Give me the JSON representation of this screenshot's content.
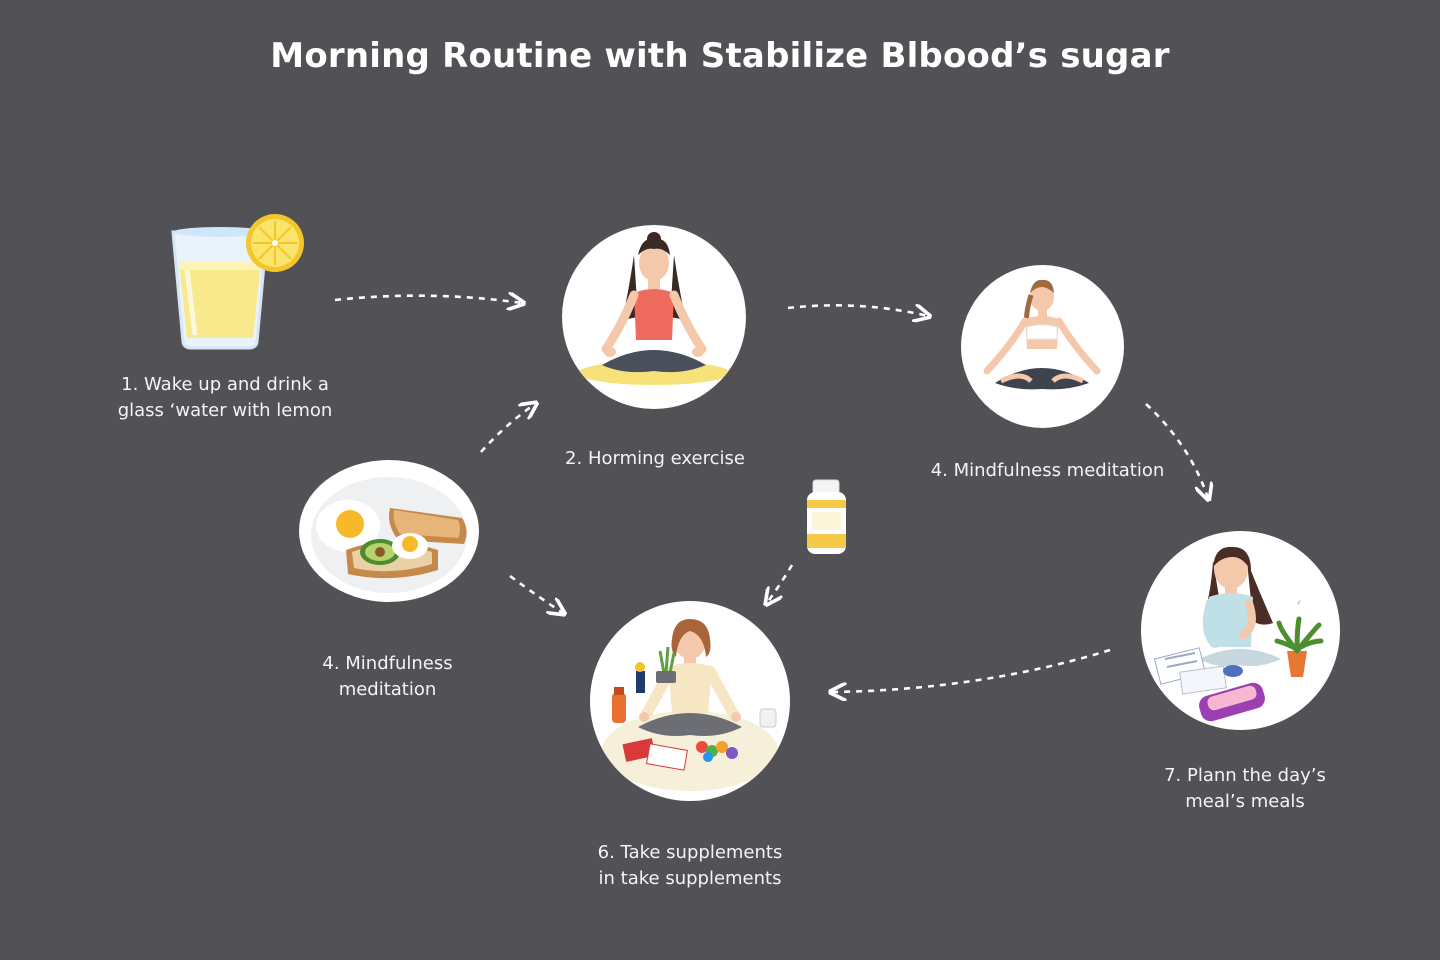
{
  "title": "Morning Routine with Stabilize Blbood’s sugar",
  "steps": [
    {
      "id": "lemon-water",
      "line1": "1. Wake up and drink a",
      "line2": "glass ʻwater with lemon",
      "icon": "lemon-water-glass-icon"
    },
    {
      "id": "exercise",
      "line1": "2. Horming exercise",
      "line2": "",
      "icon": "yoga-woman-icon"
    },
    {
      "id": "meditation-top",
      "line1": "4. Mindfulness meditation",
      "line2": "",
      "icon": "meditation-woman-icon"
    },
    {
      "id": "breakfast",
      "line1": "4. Mindfulness",
      "line2": "meditation",
      "icon": "breakfast-plate-icon"
    },
    {
      "id": "supplements",
      "line1": "6. Take supplements",
      "line2": "in take supplements",
      "icon": "supplements-woman-icon"
    },
    {
      "id": "plan-meals",
      "line1": "7. Plann the day’s",
      "line2": "meal’s meals",
      "icon": "meal-planning-woman-icon"
    }
  ],
  "extra_icons": [
    "supplement-bottle-icon"
  ],
  "colors": {
    "background": "#525155",
    "text": "#ffffff",
    "arrow": "#ffffff",
    "lemon": "#f5d63d",
    "mat": "#f7e27a",
    "top_coral": "#ef6b5f"
  }
}
